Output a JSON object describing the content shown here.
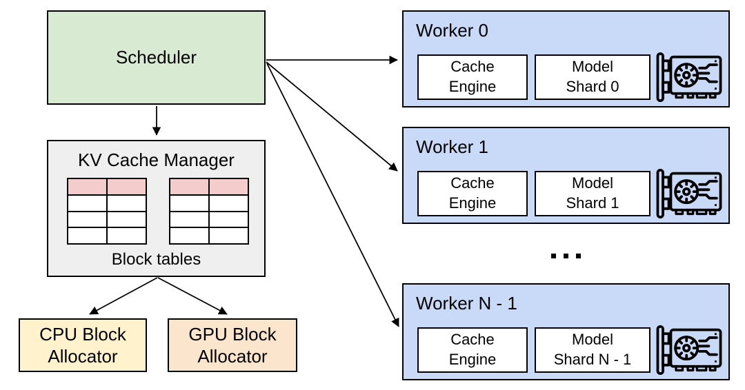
{
  "scheduler": {
    "label": "Scheduler"
  },
  "kv_cache_manager": {
    "title": "KV Cache Manager",
    "caption": "Block tables",
    "block_tables": {
      "count": 2,
      "rows": 4,
      "columns": 2,
      "header_row_color": "#f4cccc",
      "body_row_color": "#ffffff"
    }
  },
  "cpu_allocator": {
    "label": "CPU Block\nAllocator"
  },
  "gpu_allocator": {
    "label": "GPU Block\nAllocator"
  },
  "workers": [
    {
      "title": "Worker 0",
      "cache_engine": "Cache\nEngine",
      "model_shard": "Model\nShard 0"
    },
    {
      "title": "Worker 1",
      "cache_engine": "Cache\nEngine",
      "model_shard": "Model\nShard 1"
    },
    {
      "title": "Worker N - 1",
      "cache_engine": "Cache\nEngine",
      "model_shard": "Model\nShard N - 1"
    }
  ],
  "ellipsis": "...",
  "colors": {
    "scheduler_fill": "#d9ead3",
    "kv_manager_fill": "#efefef",
    "table_header_fill": "#f4cccc",
    "cpu_allocator_fill": "#fff2cc",
    "gpu_allocator_fill": "#fce5cd",
    "worker_fill": "#c9daf8",
    "inner_box_fill": "#ffffff",
    "line_color": "#000000"
  }
}
